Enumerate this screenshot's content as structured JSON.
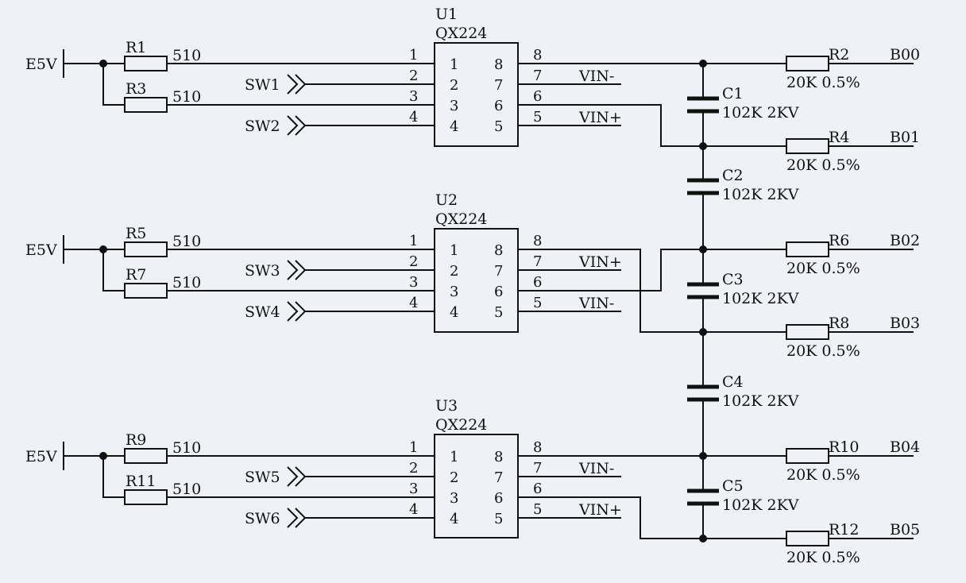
{
  "supply_label": "E5V",
  "ic_part": "QX224",
  "ics": [
    {
      "ref": "U1",
      "part": "QX224",
      "pins": [
        "1",
        "2",
        "3",
        "4",
        "5",
        "6",
        "7",
        "8"
      ]
    },
    {
      "ref": "U2",
      "part": "QX224",
      "pins": [
        "1",
        "2",
        "3",
        "4",
        "5",
        "6",
        "7",
        "8"
      ]
    },
    {
      "ref": "U3",
      "part": "QX224",
      "pins": [
        "1",
        "2",
        "3",
        "4",
        "5",
        "6",
        "7",
        "8"
      ]
    }
  ],
  "input_resistors": [
    {
      "ref": "R1",
      "value": "510"
    },
    {
      "ref": "R3",
      "value": "510"
    },
    {
      "ref": "R5",
      "value": "510"
    },
    {
      "ref": "R7",
      "value": "510"
    },
    {
      "ref": "R9",
      "value": "510"
    },
    {
      "ref": "R11",
      "value": "510"
    }
  ],
  "switches": [
    "SW1",
    "SW2",
    "SW3",
    "SW4",
    "SW5",
    "SW6"
  ],
  "vin_labels": [
    [
      "VIN-",
      "VIN+"
    ],
    [
      "VIN+",
      "VIN-"
    ],
    [
      "VIN-",
      "VIN+"
    ]
  ],
  "capacitors": [
    {
      "ref": "C1",
      "value": "102K 2KV"
    },
    {
      "ref": "C2",
      "value": "102K 2KV"
    },
    {
      "ref": "C3",
      "value": "102K 2KV"
    },
    {
      "ref": "C4",
      "value": "102K 2KV"
    },
    {
      "ref": "C5",
      "value": "102K 2KV"
    }
  ],
  "output_resistors": [
    {
      "ref": "R2",
      "value": "20K 0.5%",
      "net": "B00"
    },
    {
      "ref": "R4",
      "value": "20K 0.5%",
      "net": "B01"
    },
    {
      "ref": "R6",
      "value": "20K 0.5%",
      "net": "B02"
    },
    {
      "ref": "R8",
      "value": "20K 0.5%",
      "net": "B03"
    },
    {
      "ref": "R10",
      "value": "20K 0.5%",
      "net": "B04"
    },
    {
      "ref": "R12",
      "value": "20K 0.5%",
      "net": "B05"
    }
  ],
  "colors": {
    "background": "#eef2f7",
    "ink": "#111111"
  }
}
